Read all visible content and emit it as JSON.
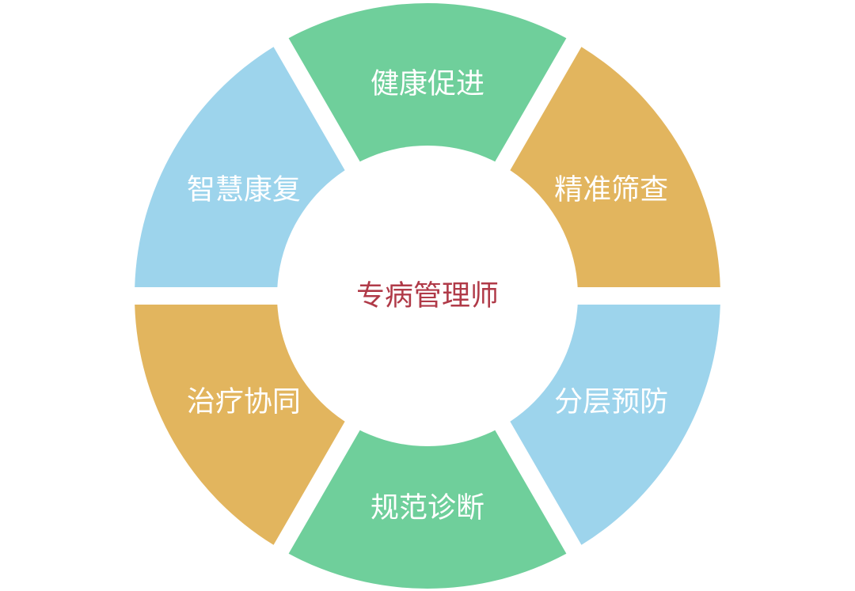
{
  "center": {
    "title": "专病管理师",
    "title_color": "#B03A48"
  },
  "segments": [
    {
      "label": "健康促进",
      "color": "#6FCF9B"
    },
    {
      "label": "精准筛查",
      "color": "#E2B55E"
    },
    {
      "label": "分层预防",
      "color": "#9DD4EC"
    },
    {
      "label": "规范诊断",
      "color": "#6FCF9B"
    },
    {
      "label": "治疗协同",
      "color": "#E2B55E"
    },
    {
      "label": "智慧康复",
      "color": "#9DD4EC"
    }
  ],
  "background": "#FFFFFF"
}
